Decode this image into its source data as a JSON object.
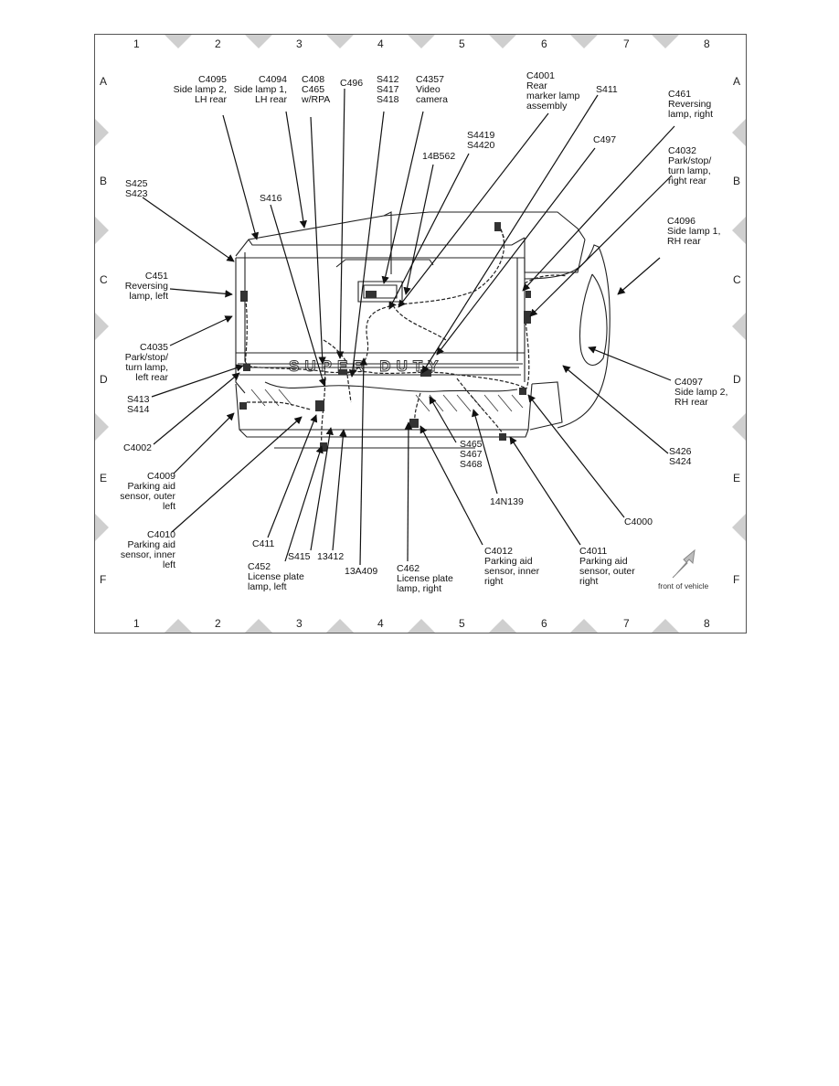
{
  "grid": {
    "columns": [
      "1",
      "2",
      "3",
      "4",
      "5",
      "6",
      "7",
      "8"
    ],
    "rows": [
      "A",
      "B",
      "C",
      "D",
      "E",
      "F"
    ]
  },
  "tailgate_lettering": "SUPER DUTY",
  "front_of_vehicle": "front of vehicle",
  "labels": {
    "c4095": "C4095\nSide lamp 2,\nLH rear",
    "c4094": "C4094\nSide lamp 1,\nLH rear",
    "c408": "C408\nC465\nw/RPA",
    "c496": "C496",
    "s412": "S412\nS417\nS418",
    "c4357": "C4357\nVideo\ncamera",
    "c4001": "C4001\nRear\nmarker lamp\nassembly",
    "s411": "S411",
    "c461": "C461\nReversing\nlamp, right",
    "s4419": "S4419\nS4420",
    "c497": "C497",
    "n14b562": "14B562",
    "c4032": "C4032\nPark/stop/\nturn lamp,\nright rear",
    "s425": "S425\nS423",
    "s416": "S416",
    "c4096": "C4096\nSide lamp 1,\nRH rear",
    "c451": "C451\nReversing\nlamp, left",
    "c4035": "C4035\nPark/stop/\nturn lamp,\nleft rear",
    "s413": "S413\nS414",
    "c4097": "C4097\nSide lamp 2,\nRH rear",
    "c4002": "C4002",
    "s426": "S426\nS424",
    "c4009": "C4009\nParking aid\nsensor, outer\nleft",
    "s465": "S465\nS467\nS468",
    "n14n139": "14N139",
    "c4000": "C4000",
    "c4010": "C4010\nParking aid\nsensor, inner\nleft",
    "c411": "C411",
    "c452": "C452\nLicense plate\nlamp, left",
    "s415": "S415",
    "n13412": "13412",
    "n13a409": "13A409",
    "c462": "C462\nLicense plate\nlamp, right",
    "c4012": "C4012\nParking aid\nsensor, inner\nright",
    "c4011": "C4011\nParking aid\nsensor, outer\nright"
  }
}
